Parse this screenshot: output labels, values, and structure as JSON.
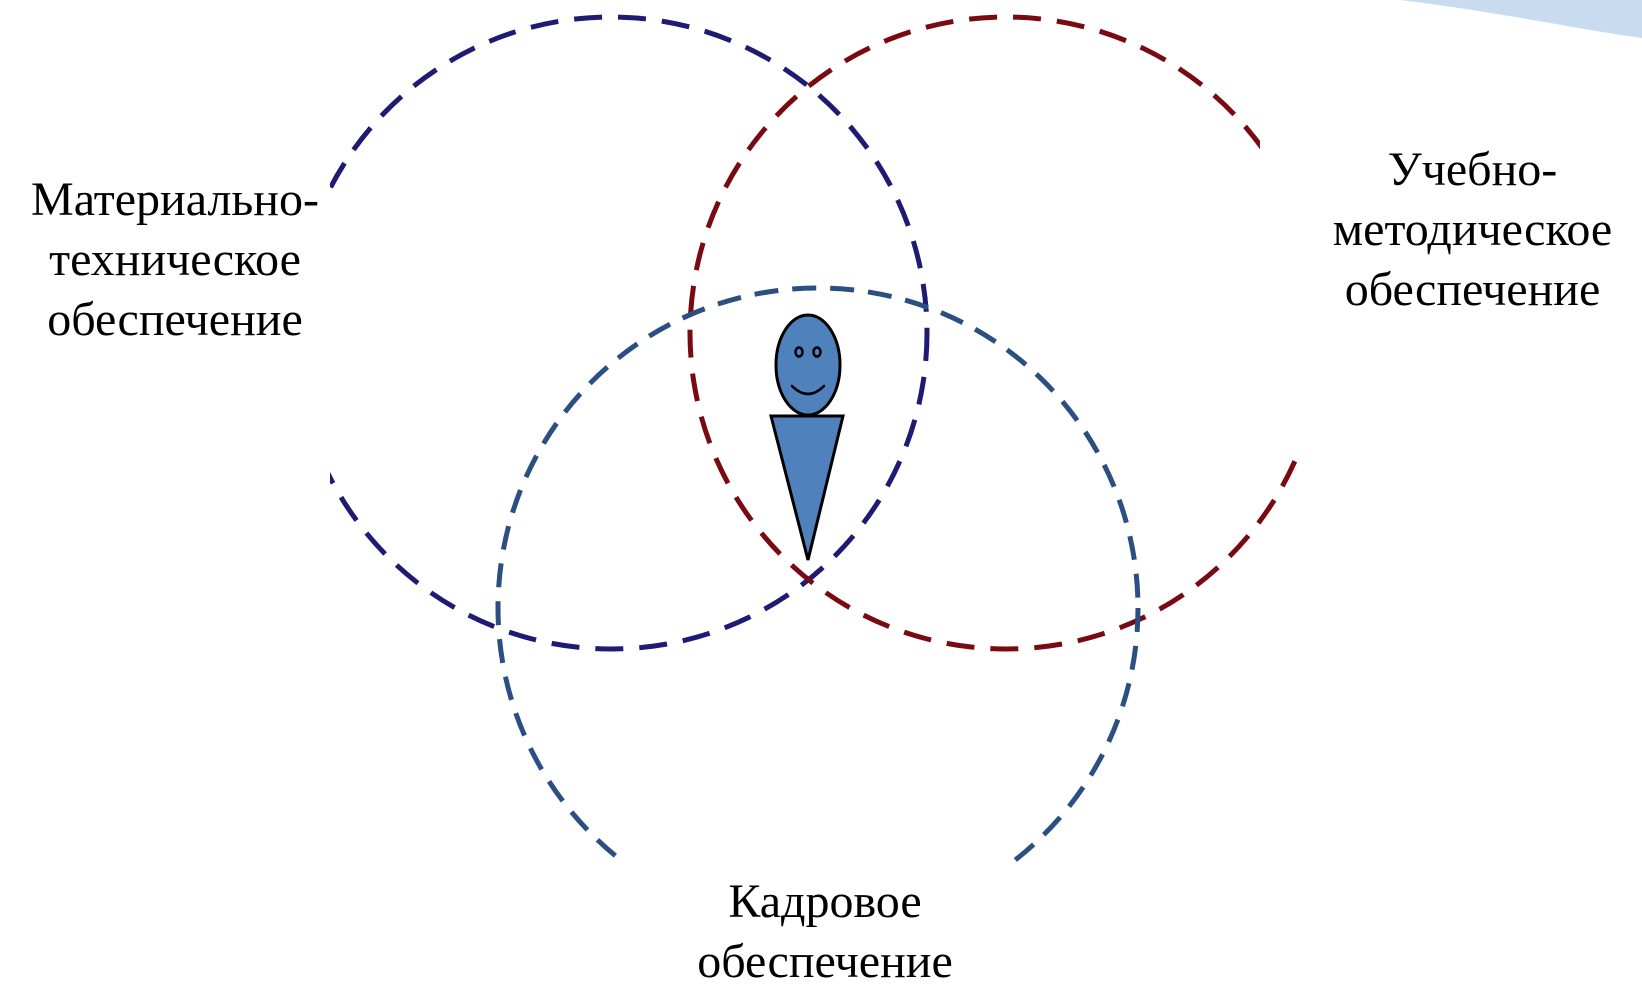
{
  "colors": {
    "circle_material": "#1f1a72",
    "circle_methodical": "#7a0a12",
    "circle_staff": "#2a4f80",
    "figure_fill": "#4f81bd",
    "figure_stroke": "#000000",
    "corner_swoosh": "#c9dcef"
  },
  "labels": {
    "material": {
      "line1": "Материально-",
      "line2": "техническое",
      "line3": "обеспечение"
    },
    "methodical": {
      "line1": "Учебно-",
      "line2": "методическое",
      "line3": "обеспечение"
    },
    "staff": {
      "line1": "Кадровое",
      "line2": "обеспечение"
    }
  },
  "icons": {
    "center_figure": "person-icon"
  }
}
